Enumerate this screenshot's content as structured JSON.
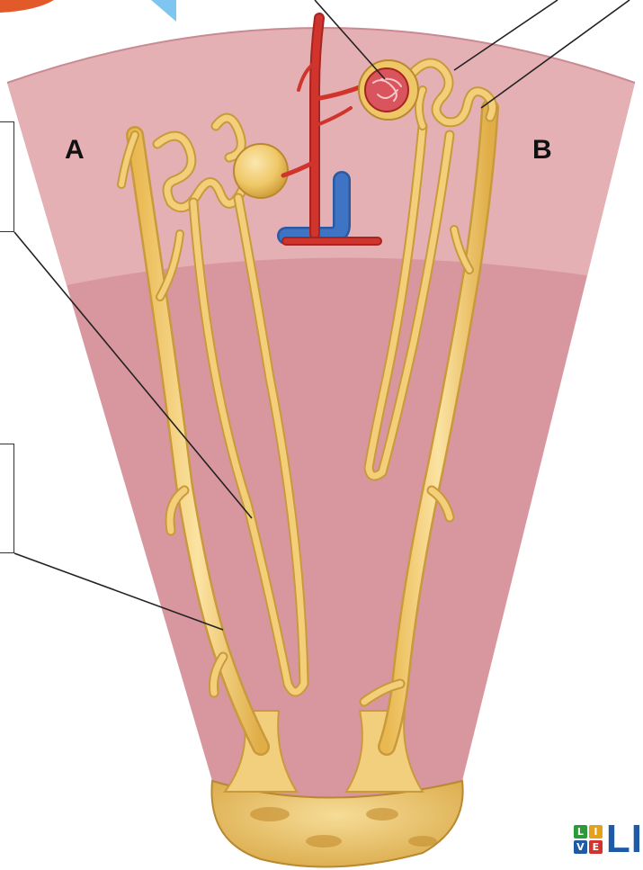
{
  "diagram": {
    "region_labels": {
      "left": "A",
      "right": "B"
    },
    "logo": {
      "cells": [
        "L",
        "I",
        "V",
        "E"
      ],
      "text": "LI"
    }
  },
  "colors": {
    "cortex": "#e4b0b3",
    "medulla": "#d8969e",
    "tubule_fill": "#f4cf7a",
    "tubule_outline": "#c99a3c",
    "artery": "#d0342c",
    "vein": "#3f73c4",
    "pelvis": "#e7c06a",
    "glomerulus": "#d9545c",
    "logo_blue": "#1f5aa6"
  }
}
